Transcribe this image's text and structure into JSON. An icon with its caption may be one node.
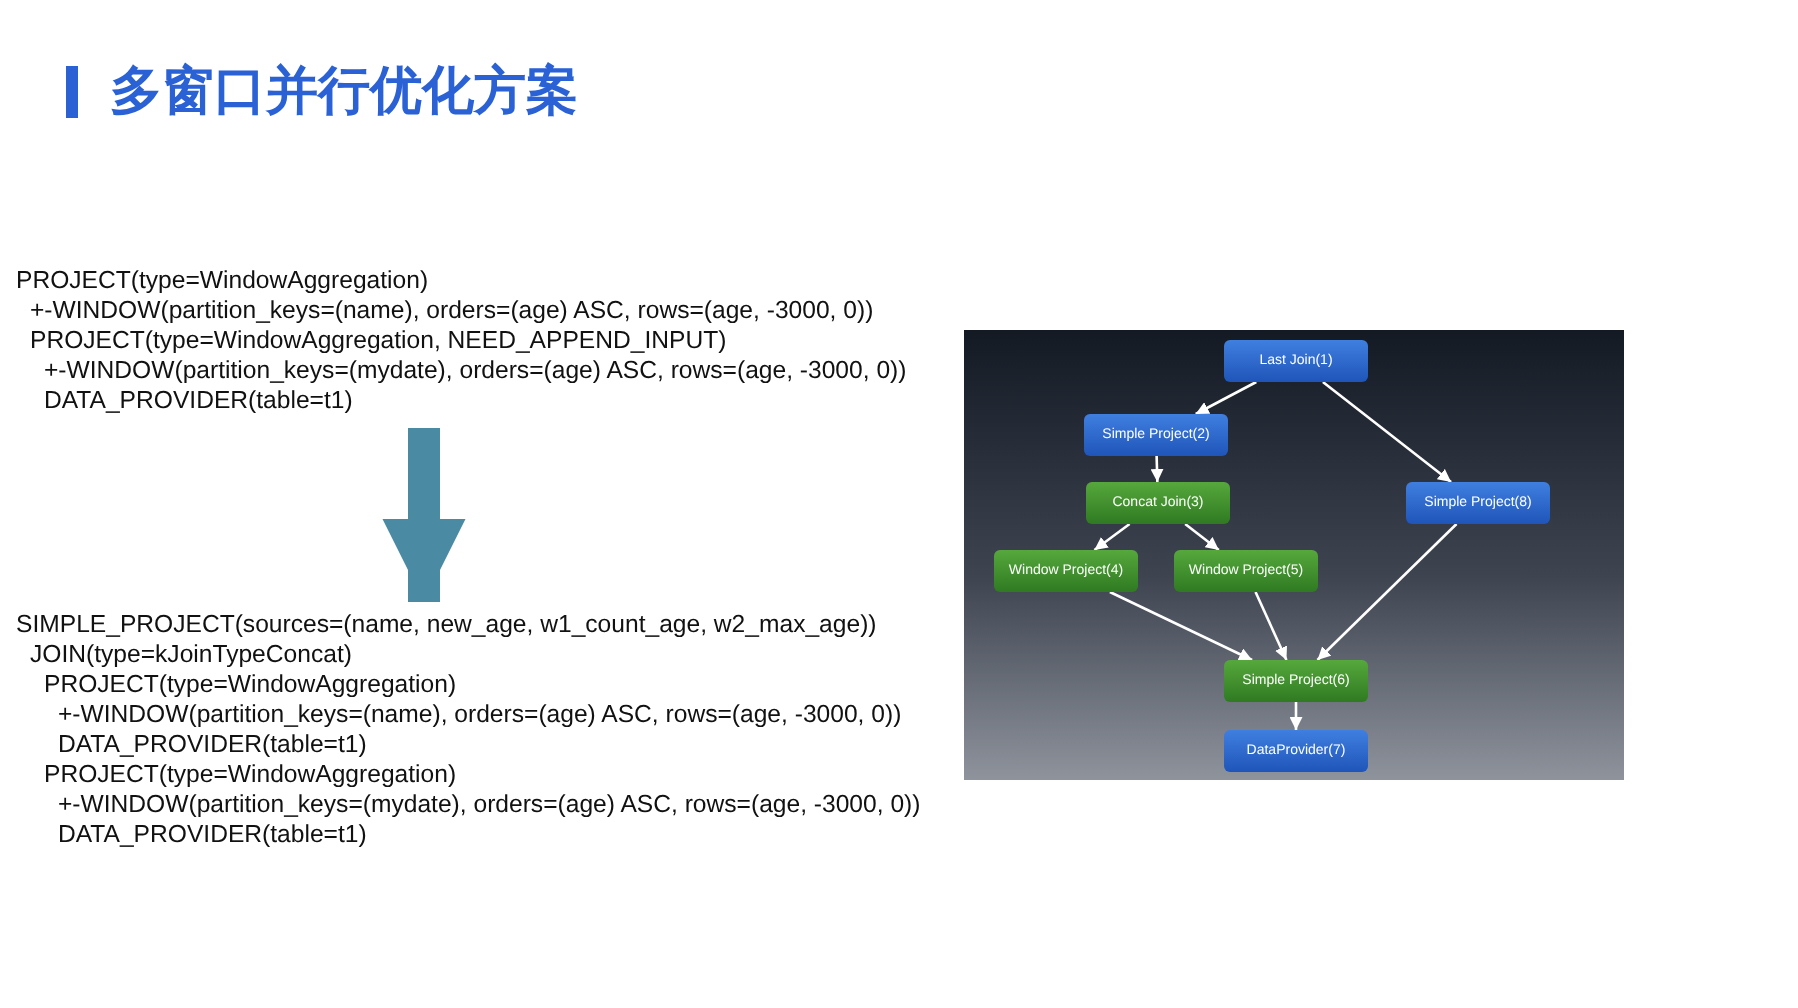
{
  "diagram": {
    "title": "多窗口并行优化方案",
    "nodes": [
      {
        "text": [
          "PROJECT(type=WindowAggregation)",
          "+-WINDOW(partition_keys=(name), orders=(age) ASC, rows=(age, -3000, 0))",
          "PROJECT(type=WindowAggregation, NEED_APPEND_INPUT)",
          "+-WINDOW(partition_keys=(mydate), orders=(age) ASC, rows=(age, -3000, 0))",
          "DATA_PROVIDER(table=t1)"
        ]
      },
      {
        "text": [
          "SIMPLE_PROJECT(sources=(name, new_age, w1_count_age, w2_max_age))",
          "JOIN(type=kJoinTypeConcat)",
          "PROJECT(type=WindowAggregation)",
          "+-WINDOW(partition_keys=(name), orders=(age) ASC, rows=(age, -3000, 0))",
          "DATA_PROVIDER(table=t1)",
          "PROJECT(type=WindowAggregation)",
          "+-WINDOW(partition_keys=(mydate), orders=(age) ASC, rows=(age, -3000, 0))",
          "DATA_PROVIDER(table=t1)"
        ]
      },
      {
        "text": [
          "Last Join(1)"
        ]
      },
      {
        "text": [
          "Simple Project(2)"
        ]
      },
      {
        "text": [
          "Simple Project(8)"
        ]
      },
      {
        "text": [
          "Concat Join(3)"
        ]
      },
      {
        "text": [
          "Window Project(4)"
        ]
      },
      {
        "text": [
          "Window Project(5)"
        ]
      },
      {
        "text": [
          "Simple Project(6)"
        ]
      },
      {
        "text": [
          "DataProvider(7)"
        ]
      }
    ],
    "edges": [
      {
        "from": 0,
        "to": 1,
        "arrow": "to",
        "style": "thick",
        "color": "#4a8ba3"
      },
      {
        "from": 2,
        "to": 3,
        "arrow": "to"
      },
      {
        "from": 2,
        "to": 4,
        "arrow": "to"
      },
      {
        "from": 3,
        "to": 5,
        "arrow": "to"
      },
      {
        "from": 5,
        "to": 6,
        "arrow": "to"
      },
      {
        "from": 5,
        "to": 7,
        "arrow": "to"
      },
      {
        "from": 6,
        "to": 8,
        "arrow": "to"
      },
      {
        "from": 7,
        "to": 8,
        "arrow": "to"
      },
      {
        "from": 4,
        "to": 8,
        "arrow": "to"
      },
      {
        "from": 8,
        "to": 9,
        "arrow": "to"
      }
    ]
  }
}
